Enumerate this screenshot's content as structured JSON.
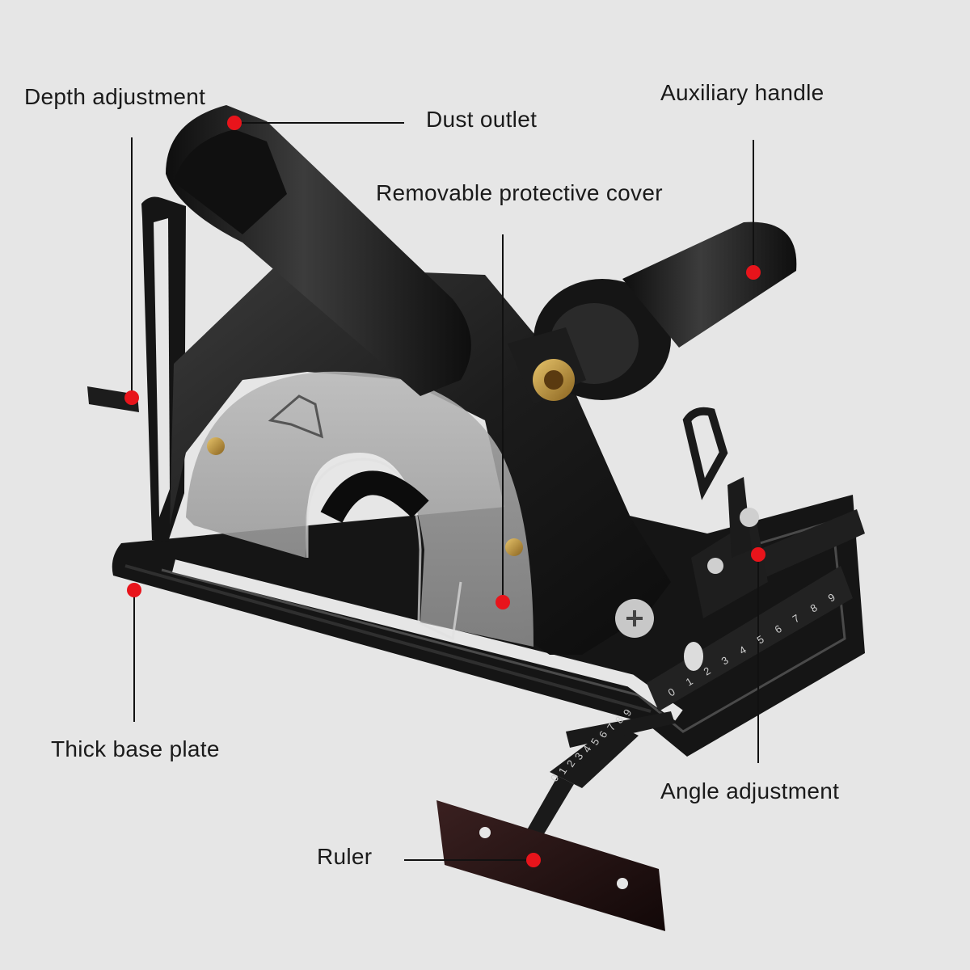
{
  "colors": {
    "background": "#e6e6e6",
    "marker": "#e8141b",
    "leader_line": "#111111",
    "tool_body": "#1b1b1b"
  },
  "callouts": {
    "depth_adjustment": "Depth adjustment",
    "dust_outlet": "Dust outlet",
    "auxiliary_handle": "Auxiliary handle",
    "removable_cover": "Removable protective cover",
    "thick_base_plate": "Thick base plate",
    "angle_adjustment": "Angle adjustment",
    "ruler": "Ruler"
  },
  "ruler_scale_marks": [
    "0",
    "1",
    "2",
    "3",
    "4",
    "5",
    "6",
    "7",
    "8",
    "9"
  ]
}
